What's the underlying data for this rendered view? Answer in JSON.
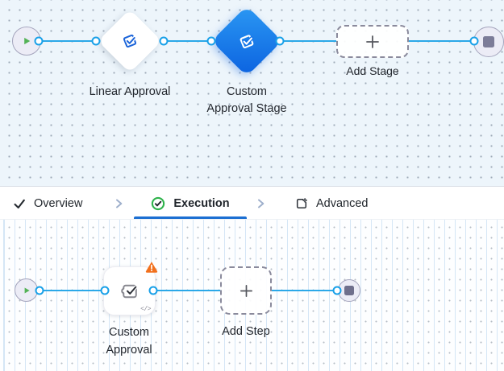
{
  "colors": {
    "canvas_top_bg": "#edf5fb",
    "line_blue": "#2BA8E8",
    "connector_blue": "#18A0E8",
    "accent_blue": "#1C6FD2",
    "stage_icon_blue": "#1B64D9",
    "selected_gradient_start": "#2B98F3",
    "selected_gradient_end": "#0B62E0",
    "success_green": "#2FB34C",
    "play_green": "#53B256",
    "warning_orange": "#F2701D",
    "terminal_fill": "#ECECF6",
    "terminal_border": "#A5A5BD",
    "stop_square": "#7C7C98",
    "dash_border": "#8A8A9C",
    "text_dark": "#23272E"
  },
  "icons": {
    "start": "play-icon",
    "end": "stop-icon",
    "stage": "approval-check-icon",
    "step": "puzzle-check-icon",
    "add": "plus-icon",
    "warning": "warning-triangle-icon",
    "overview": "check-icon",
    "execution": "success-circle-icon",
    "advanced": "box-gear-icon",
    "separator": "chevron-right-icon"
  },
  "stage_flow": {
    "nodes": {
      "linear": {
        "label": "Linear Approval",
        "selected": false
      },
      "custom": {
        "label": "Custom Approval Stage",
        "selected": true
      },
      "add": {
        "label": "Add Stage"
      }
    }
  },
  "tabs": {
    "items": [
      {
        "label": "Overview",
        "active": false
      },
      {
        "label": "Execution",
        "active": true
      },
      {
        "label": "Advanced",
        "active": false
      }
    ]
  },
  "step_flow": {
    "nodes": {
      "custom": {
        "label": "Custom Approval",
        "warning": true,
        "code_badge": "</>"
      },
      "add": {
        "label": "Add Step"
      }
    }
  }
}
